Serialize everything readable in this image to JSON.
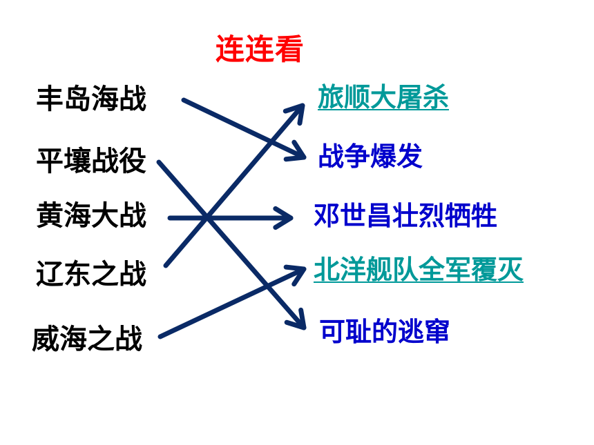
{
  "title": "连连看",
  "left_items": [
    "丰岛海战",
    "平壤战役",
    "黄海大战",
    "辽东之战",
    "威海之战"
  ],
  "right_items": [
    {
      "label": "旅顺大屠杀",
      "color": "#009999",
      "link": true
    },
    {
      "label": "战争爆发",
      "color": "#0000cc",
      "link": false
    },
    {
      "label": "邓世昌壮烈牺牲",
      "color": "#0000cc",
      "link": false
    },
    {
      "label": "北洋舰队全军覆灭",
      "color": "#009999",
      "link": true
    },
    {
      "label": "可耻的逃窜",
      "color": "#0000cc",
      "link": false
    }
  ],
  "connections": [
    {
      "from": 0,
      "to": 1
    },
    {
      "from": 1,
      "to": 4
    },
    {
      "from": 2,
      "to": 2
    },
    {
      "from": 3,
      "to": 0
    },
    {
      "from": 4,
      "to": 3
    }
  ],
  "arrow_color": "#0a2a66"
}
